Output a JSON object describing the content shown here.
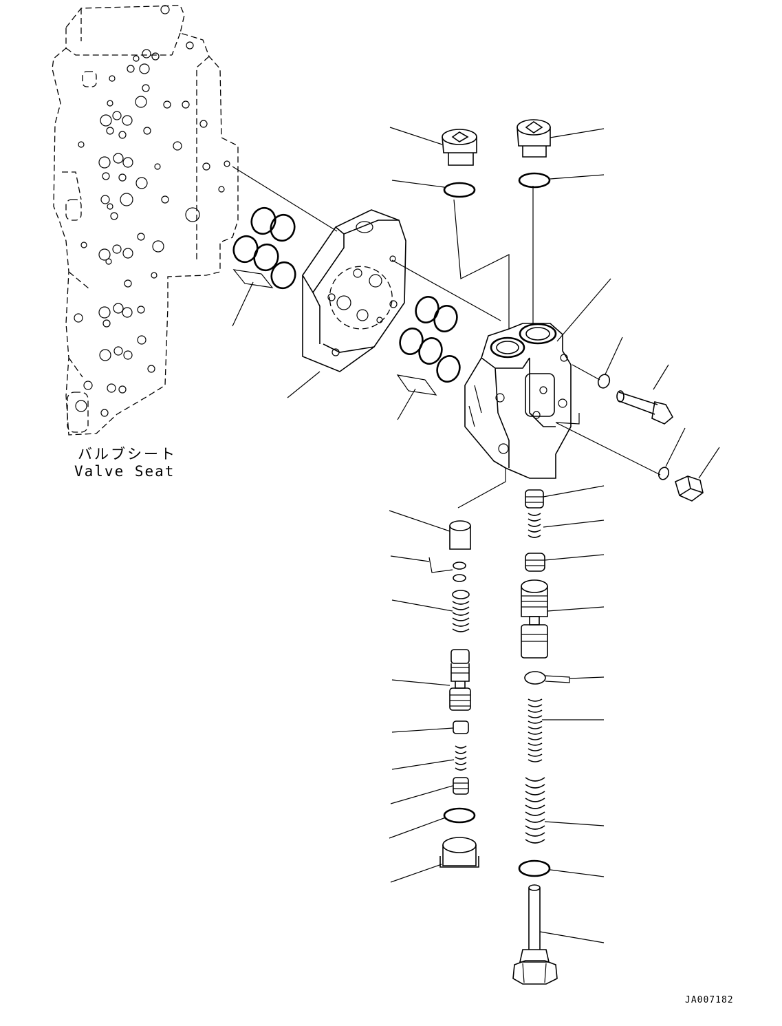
{
  "labels": {
    "valve_seat_jp": "バルブシート",
    "valve_seat_en": "Valve Seat"
  },
  "drawing_code": "JA007182",
  "colors": {
    "ink": "#000000",
    "paper": "#ffffff"
  }
}
